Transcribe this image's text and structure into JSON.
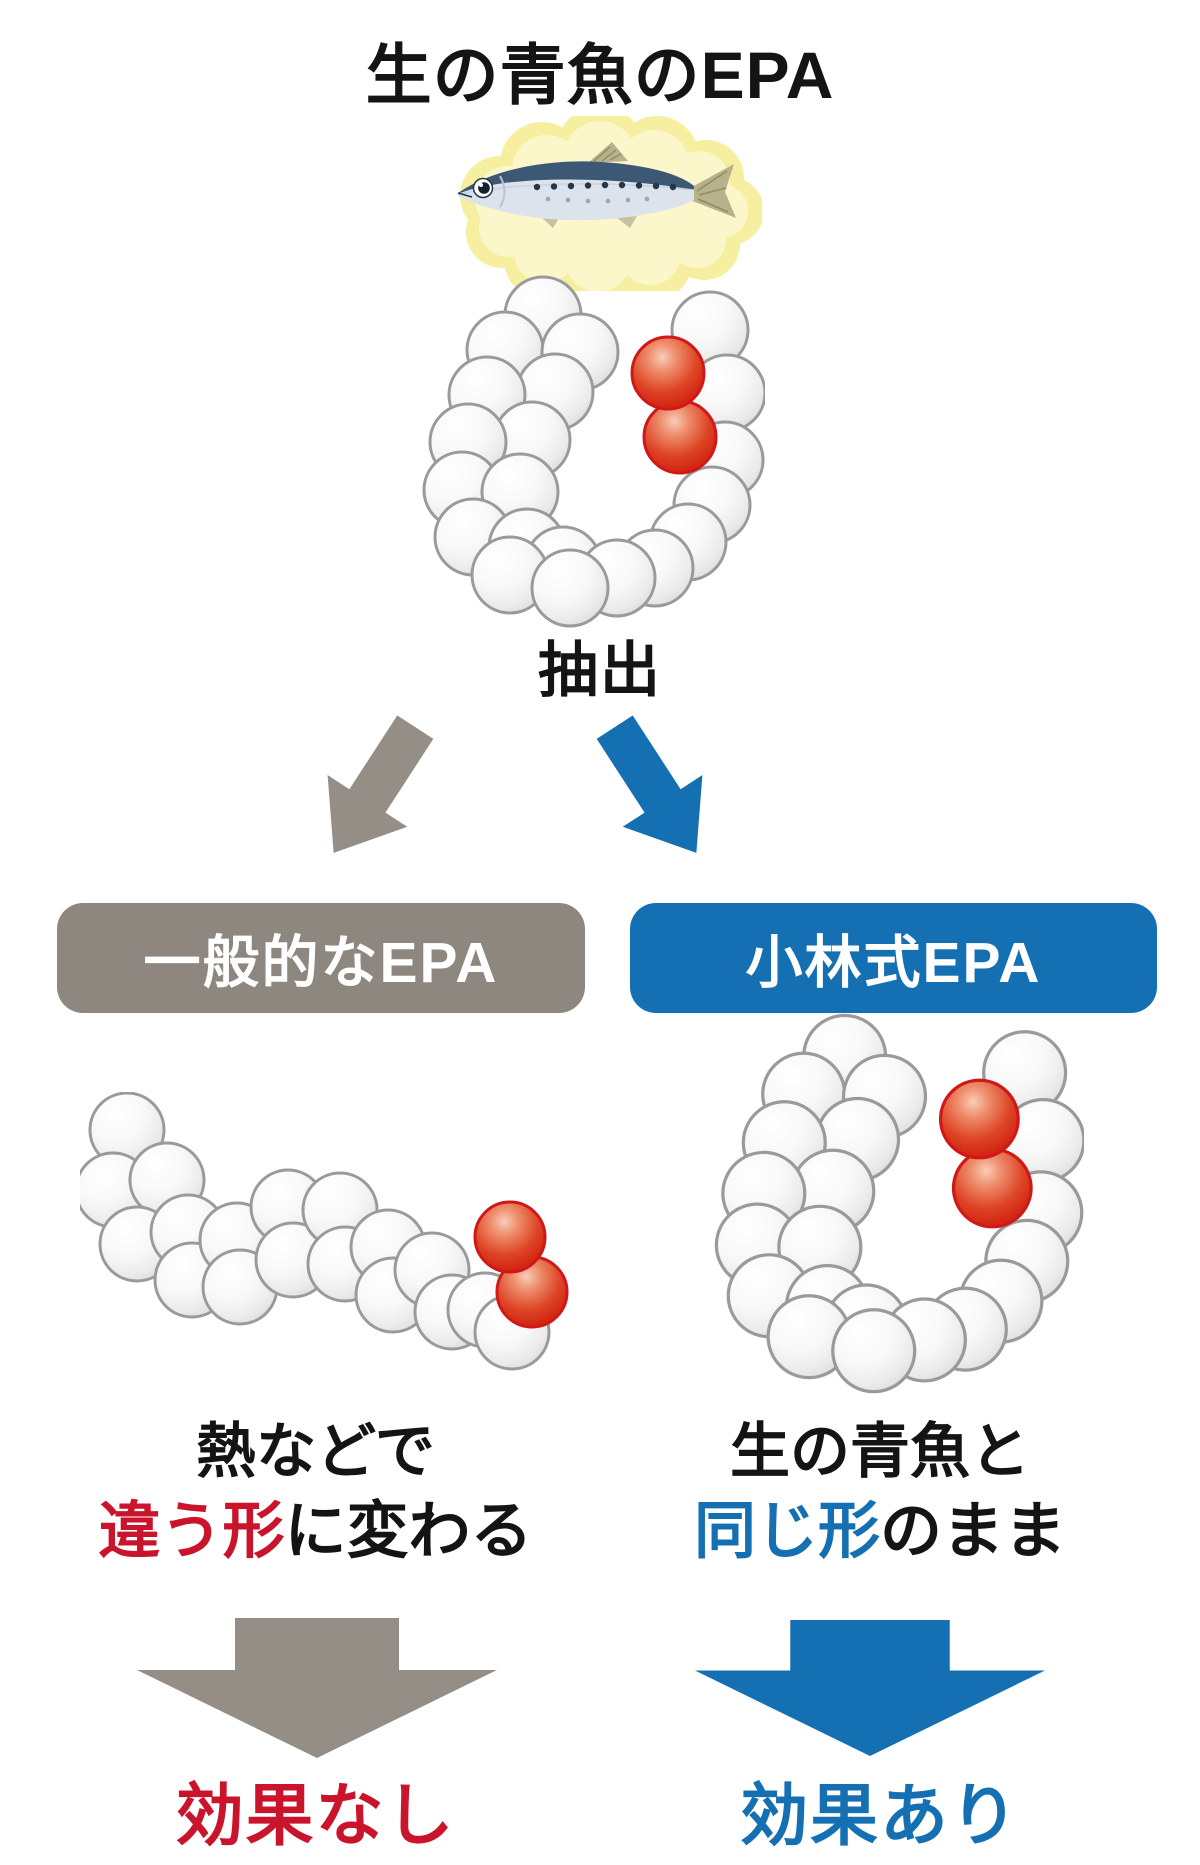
{
  "title": "生の青魚のEPA",
  "extraction_label": "抽出",
  "colors": {
    "box_gray": "#8d8780",
    "arrow_gray": "#948e86",
    "brand_blue": "#1470b2",
    "accent_red": "#c9142c",
    "sphere_red": "#d42814",
    "sphere_white": "#f2f2f2",
    "cloud_yellow": "#f7efa0",
    "text_black": "#141414"
  },
  "icons": {
    "fish": "sardine-fish-icon",
    "cloud": "yellow-glow-cloud",
    "to_general_arrow": "gray-diagonal-down-left-arrow",
    "to_kobayashi_arrow": "blue-diagonal-down-right-arrow",
    "general_result_arrow": "gray-down-arrow",
    "kobayashi_result_arrow": "blue-down-arrow"
  },
  "left_column": {
    "box_label": "一般的なEPA",
    "desc_line1": "熱などで",
    "desc_highlight": "違う形",
    "desc_suffix": "に変わる",
    "result": "効果なし"
  },
  "right_column": {
    "box_label": "小林式EPA",
    "desc_line1": "生の青魚と",
    "desc_highlight": "同じ形",
    "desc_suffix": "のまま",
    "result": "効果あり"
  },
  "molecules": {
    "u_shape": [
      [
        123,
        45,
        38,
        "w"
      ],
      [
        290,
        60,
        38,
        "w"
      ],
      [
        85,
        80,
        38,
        "w"
      ],
      [
        160,
        82,
        38,
        "w"
      ],
      [
        135,
        122,
        38,
        "w"
      ],
      [
        307,
        123,
        38,
        "w"
      ],
      [
        67,
        125,
        38,
        "w"
      ],
      [
        112,
        170,
        38,
        "w"
      ],
      [
        48,
        172,
        38,
        "w"
      ],
      [
        305,
        190,
        38,
        "w"
      ],
      [
        42,
        220,
        38,
        "w"
      ],
      [
        100,
        222,
        38,
        "w"
      ],
      [
        292,
        235,
        38,
        "w"
      ],
      [
        53,
        267,
        38,
        "w"
      ],
      [
        268,
        272,
        38,
        "w"
      ],
      [
        107,
        277,
        38,
        "w"
      ],
      [
        143,
        295,
        38,
        "w"
      ],
      [
        235,
        298,
        38,
        "w"
      ],
      [
        90,
        305,
        38,
        "w"
      ],
      [
        197,
        308,
        38,
        "w"
      ],
      [
        150,
        318,
        38,
        "w"
      ],
      [
        260,
        167,
        36,
        "r"
      ],
      [
        248,
        103,
        36,
        "r"
      ]
    ],
    "stretched": [
      [
        47,
        38,
        37,
        "w"
      ],
      [
        33,
        98,
        37,
        "w"
      ],
      [
        87,
        88,
        37,
        "w"
      ],
      [
        57,
        152,
        37,
        "w"
      ],
      [
        108,
        140,
        37,
        "w"
      ],
      [
        112,
        188,
        37,
        "w"
      ],
      [
        157,
        148,
        37,
        "w"
      ],
      [
        160,
        195,
        37,
        "w"
      ],
      [
        208,
        115,
        37,
        "w"
      ],
      [
        213,
        168,
        37,
        "w"
      ],
      [
        260,
        118,
        37,
        "w"
      ],
      [
        265,
        172,
        37,
        "w"
      ],
      [
        308,
        155,
        37,
        "w"
      ],
      [
        313,
        203,
        37,
        "w"
      ],
      [
        352,
        178,
        37,
        "w"
      ],
      [
        372,
        220,
        37,
        "w"
      ],
      [
        405,
        218,
        37,
        "w"
      ],
      [
        432,
        240,
        37,
        "w"
      ],
      [
        452,
        200,
        35,
        "r"
      ],
      [
        430,
        145,
        35,
        "r"
      ]
    ]
  }
}
